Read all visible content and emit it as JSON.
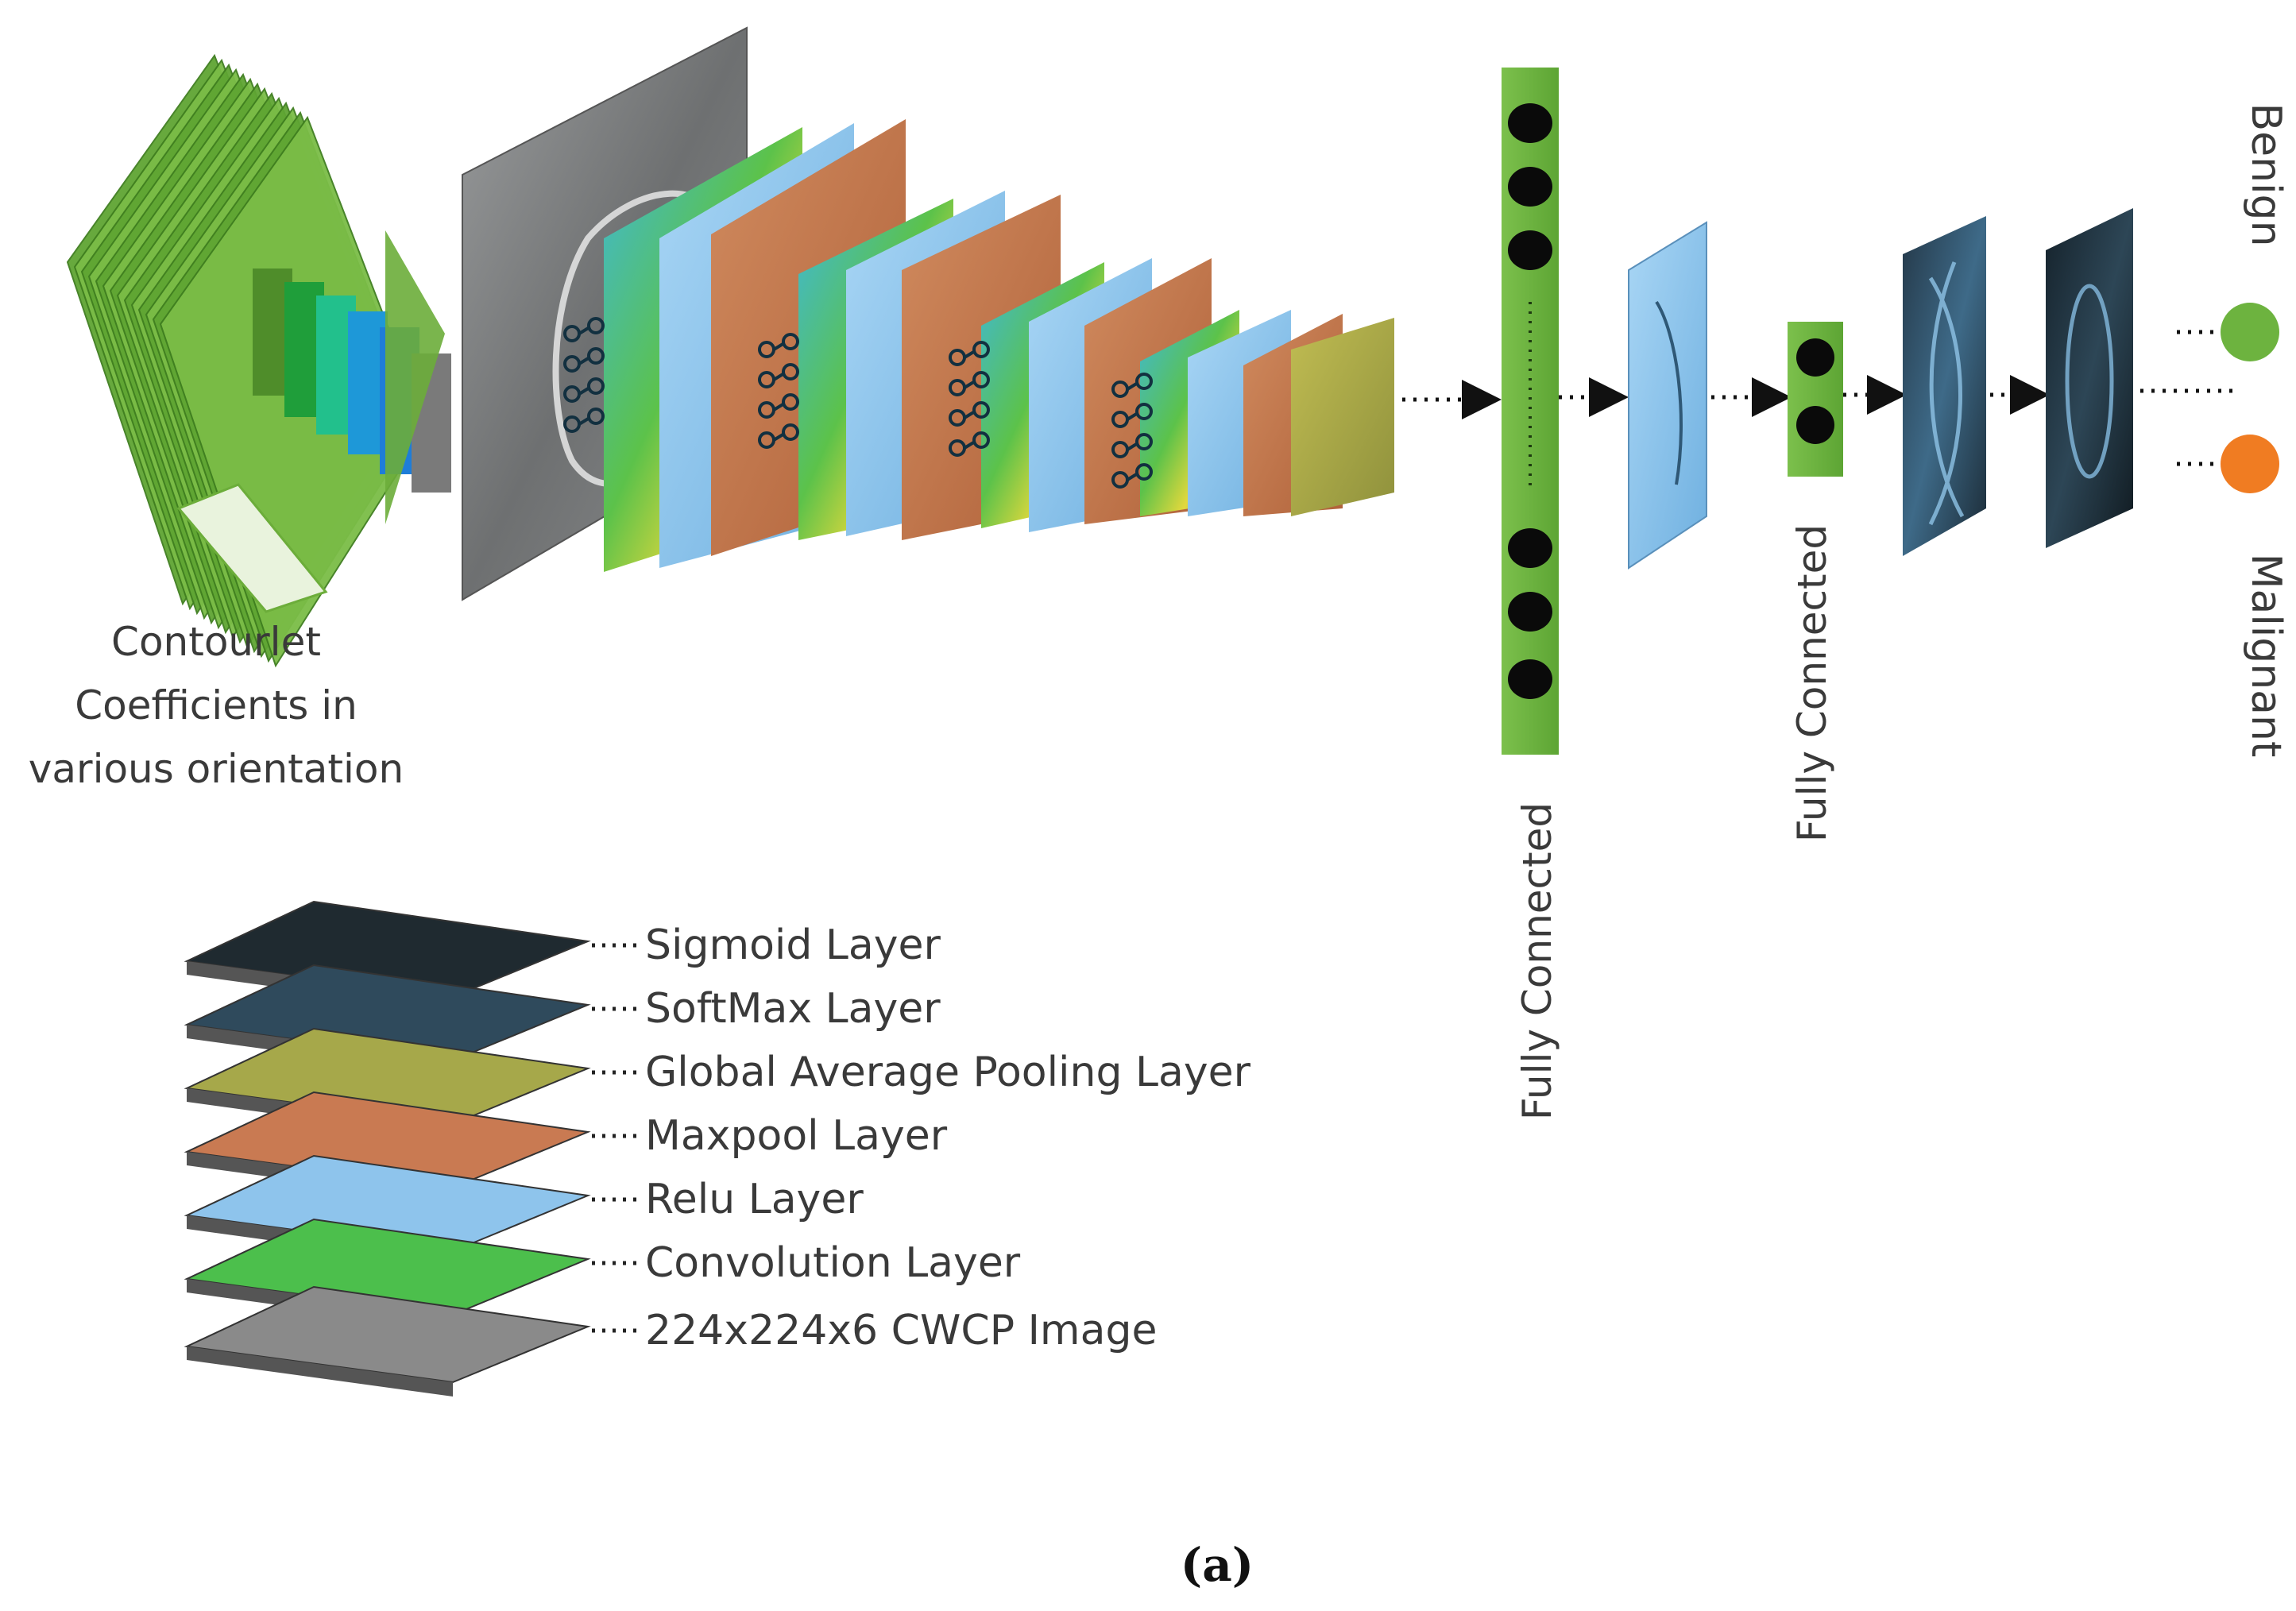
{
  "input_caption": [
    "Contourlet",
    "Coefficients in",
    "various orientation"
  ],
  "fc_labels": {
    "first": "Fully Connected",
    "second": "Fully Connected"
  },
  "outputs": {
    "benign": {
      "label": "Benign",
      "color": "#6db33f"
    },
    "malignant": {
      "label": "Malignant",
      "color": "#f07c22"
    }
  },
  "legend": [
    {
      "label": "Sigmoid Layer",
      "color": "#1f2a30"
    },
    {
      "label": "SoftMax Layer",
      "color": "#2f4a5c"
    },
    {
      "label": "Global Average Pooling Layer",
      "color": "#a6a84a"
    },
    {
      "label": "Maxpool Layer",
      "color": "#c97a52"
    },
    {
      "label": "Relu Layer",
      "color": "#8ec4ec"
    },
    {
      "label": "Convolution Layer",
      "color": "#4cbf4c"
    },
    {
      "label": "224x224x6 CWCP Image",
      "color": "#8a8a8a"
    }
  ],
  "caption": "(a)",
  "colors": {
    "input_green": "#6cad3a",
    "conv_green": "#5ac04e",
    "relu_blue": "#8ec4ec",
    "maxpool_orange": "#c27348",
    "gap_olive": "#a7a848",
    "gray_image": "#77797a",
    "fc_green": "#6cb843",
    "arrow": "#111111"
  }
}
